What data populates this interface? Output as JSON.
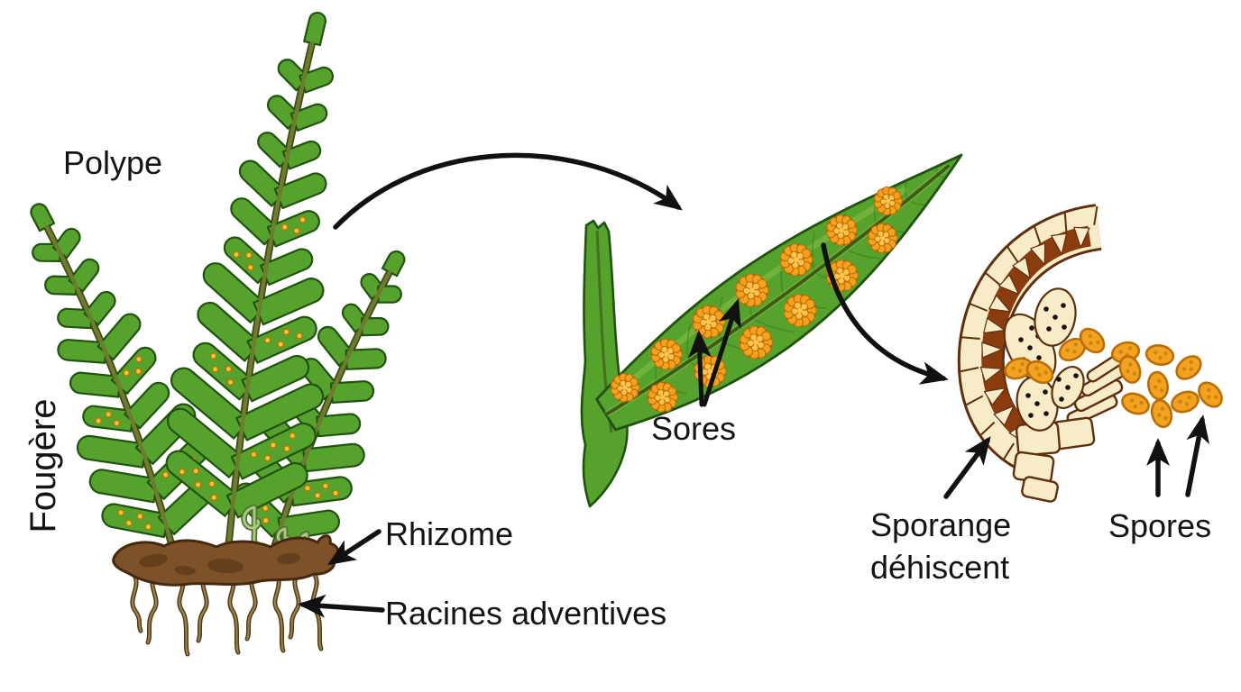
{
  "diagram": {
    "labels": {
      "fern_common_name": "Fougère",
      "frond_label": "Polype",
      "rhizome_label": "Rhizome",
      "adventitious_roots_label": "Racines adventives",
      "sori_label": "Sores",
      "sporangium_label_line1": "Sporange",
      "sporangium_label_line2": "déhiscent",
      "spores_label": "Spores"
    },
    "colors": {
      "background": "#ffffff",
      "text": "#141414",
      "arrow_black": "#111111",
      "leaf_green": "#55A22D",
      "leaf_highlight": "#8DC24B",
      "leaf_outline": "#22520F",
      "midrib_dark": "#3E5A16",
      "stem_olive": "#6F7C2E",
      "stem_dark": "#3F4A14",
      "sorus_orange": "#F6A11E",
      "sorus_orange_dark": "#C06F06",
      "sorus_light": "#FFC54F",
      "sori_dot_yellow": "#F3C636",
      "rhizome_brown": "#7E5229",
      "rhizome_brown_dark": "#45290F",
      "root_light": "#9D8048",
      "root_dark": "#4A3A18",
      "fiddle_light": "#A9C97E",
      "fiddle_dark": "#4C7030",
      "sporangium_cream": "#F7ECC7",
      "sporangium_outline": "#5E2F0D",
      "annulus_brown": "#8B3C0E",
      "cell_dot": "#1A1008",
      "spore_orange": "#F2A21F",
      "spore_outline": "#B96E08",
      "spore_dot": "#CE8410"
    }
  }
}
